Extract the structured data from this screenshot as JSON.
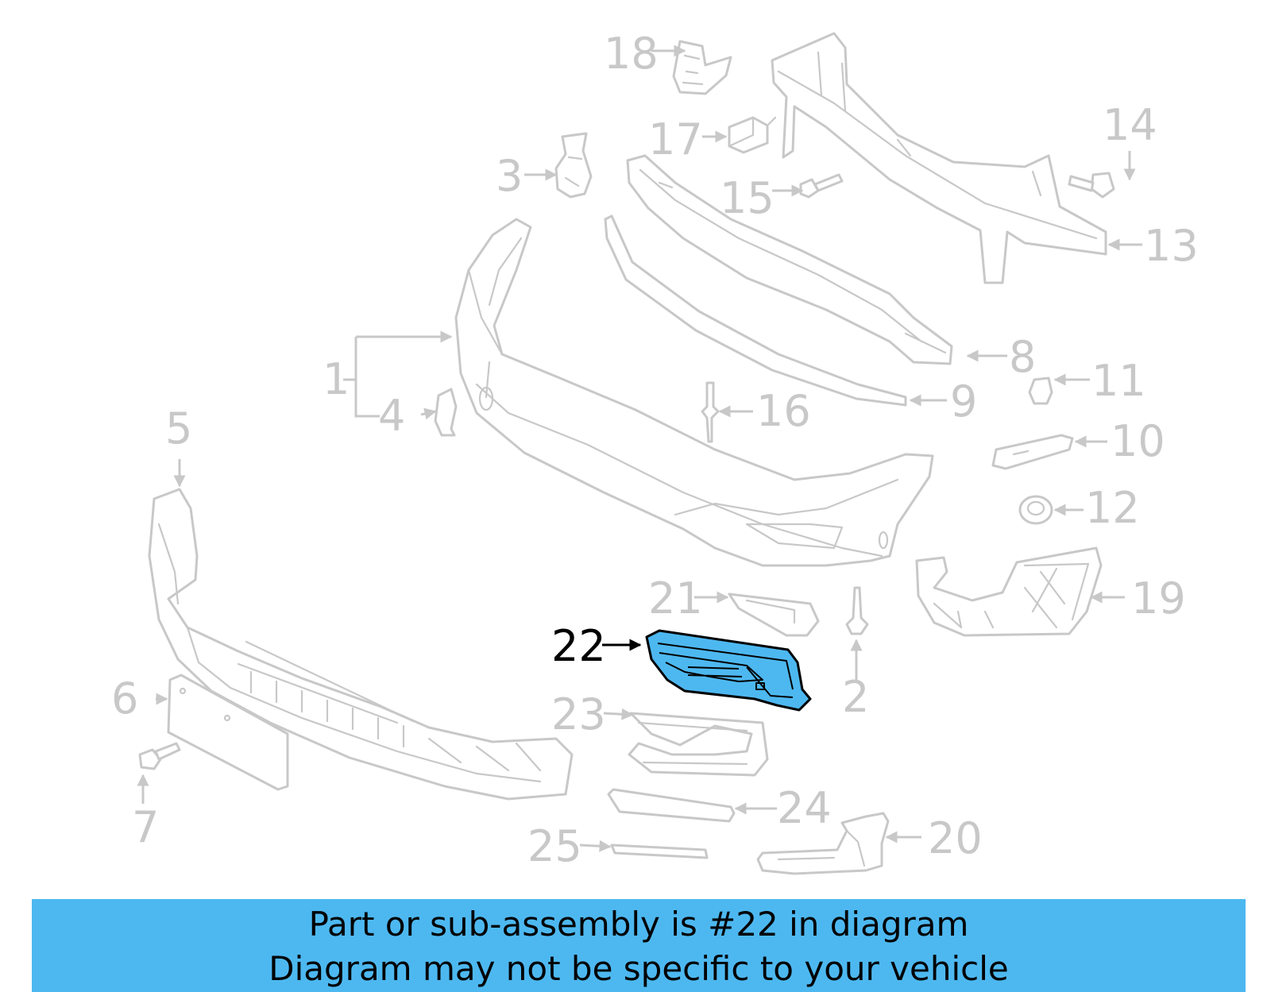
{
  "diagram": {
    "callouts": {
      "p1": "1",
      "p2": "2",
      "p3": "3",
      "p4": "4",
      "p5": "5",
      "p6": "6",
      "p7": "7",
      "p8": "8",
      "p9": "9",
      "p10": "10",
      "p11": "11",
      "p12": "12",
      "p13": "13",
      "p14": "14",
      "p15": "15",
      "p16": "16",
      "p17": "17",
      "p18": "18",
      "p19": "19",
      "p20": "20",
      "p21": "21",
      "p22": "22",
      "p23": "23",
      "p24": "24",
      "p25": "25"
    },
    "highlighted_part": "22",
    "colors": {
      "highlight": "#4db8f0",
      "lines": "#c8c8c8",
      "text": "#000000"
    }
  },
  "banner": {
    "line1": "Part or sub-assembly is #22 in diagram",
    "line2": "Diagram may not be specific to your vehicle"
  }
}
